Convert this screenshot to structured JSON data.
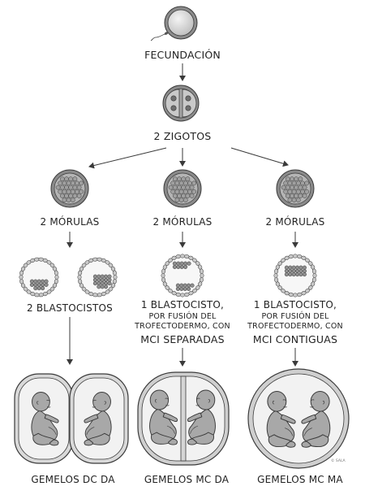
{
  "labels": {
    "fecundacion": "FECUNDACIÓN",
    "zigotos": "2 ZIGOTOS",
    "morulas_left": "2 MÓRULAS",
    "morulas_center": "2 MÓRULAS",
    "morulas_right": "2 MÓRULAS",
    "blastocistos_left": "2 BLASTOCISTOS",
    "blastocisto_center": {
      "line1": "1 BLASTOCISTO,",
      "line2": "POR FUSIÓN DEL",
      "line3": "TROFECTODERMO, CON",
      "line4": "MCI SEPARADAS"
    },
    "blastocisto_right": {
      "line1": "1 BLASTOCISTO,",
      "line2": "POR FUSIÓN DEL",
      "line3": "TROFECTODERMO, CON",
      "line4": "MCI CONTIGUAS"
    },
    "gemelos_left": "GEMELOS DC DA",
    "gemelos_center": "GEMELOS MC DA",
    "gemelos_right": "GEMELOS MC MA"
  },
  "credit": "© SALA",
  "colors": {
    "stroke": "#3a3a3a",
    "cell_fill": "#9a9a9a",
    "cell_light": "#d8d8d8",
    "fetus_fill": "#a8a8a8",
    "sac_fill": "#e6e6e6"
  }
}
